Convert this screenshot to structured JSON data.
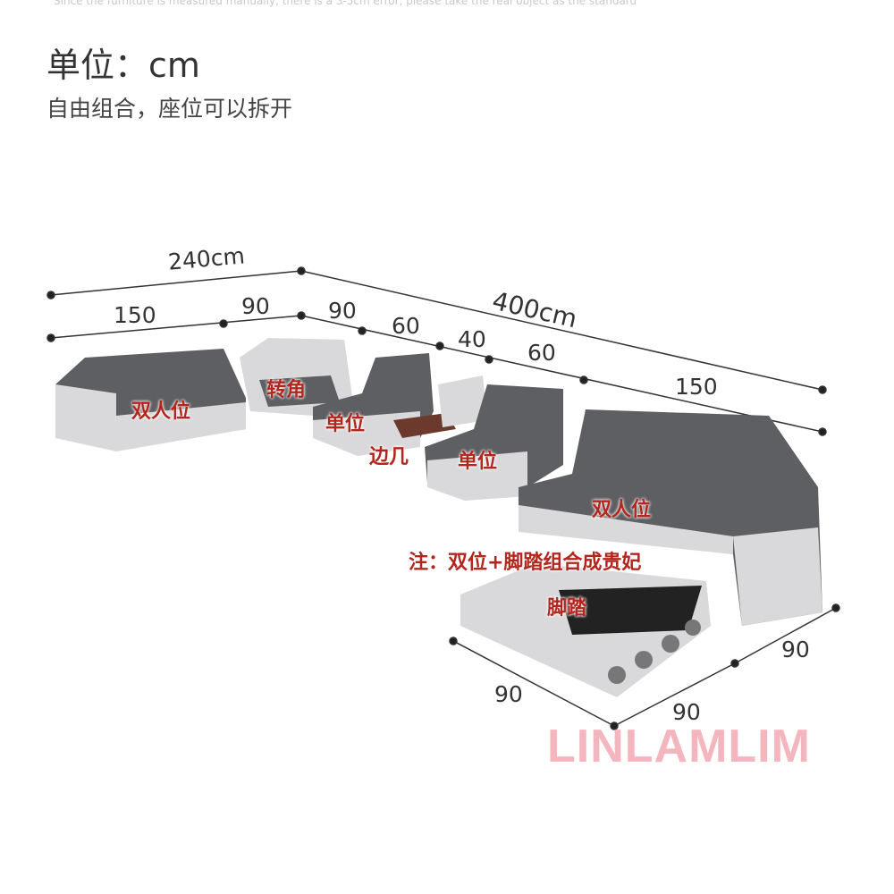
{
  "header": {
    "note": "Since the furniture is measured manually, there is a 3-5cm error, please take the real object as the standard",
    "unit": "单位：cm",
    "subtitle": "自由组合，座位可以拆开"
  },
  "dimensions": {
    "total_left": "240cm",
    "total_right": "400cm",
    "d150a": "150",
    "d90a": "90",
    "d90b": "90",
    "d60a": "60",
    "d40": "40",
    "d60b": "60",
    "d150b": "150",
    "depth_right": "90",
    "bottom_right": "90",
    "bottom_left": "90"
  },
  "labels": {
    "double_left": "双人位",
    "corner": "转角",
    "single1": "单位",
    "side_table": "边几",
    "single2": "单位",
    "double_right": "双人位",
    "note": "注：双位+脚踏组合成贵妃",
    "footrest": "脚踏"
  },
  "watermark": "LINLAMLIM",
  "colors": {
    "sofa_dark": "#5e5f63",
    "sofa_light": "#d9d9db",
    "label": "#b3261e",
    "watermark": "#f4b6be"
  }
}
